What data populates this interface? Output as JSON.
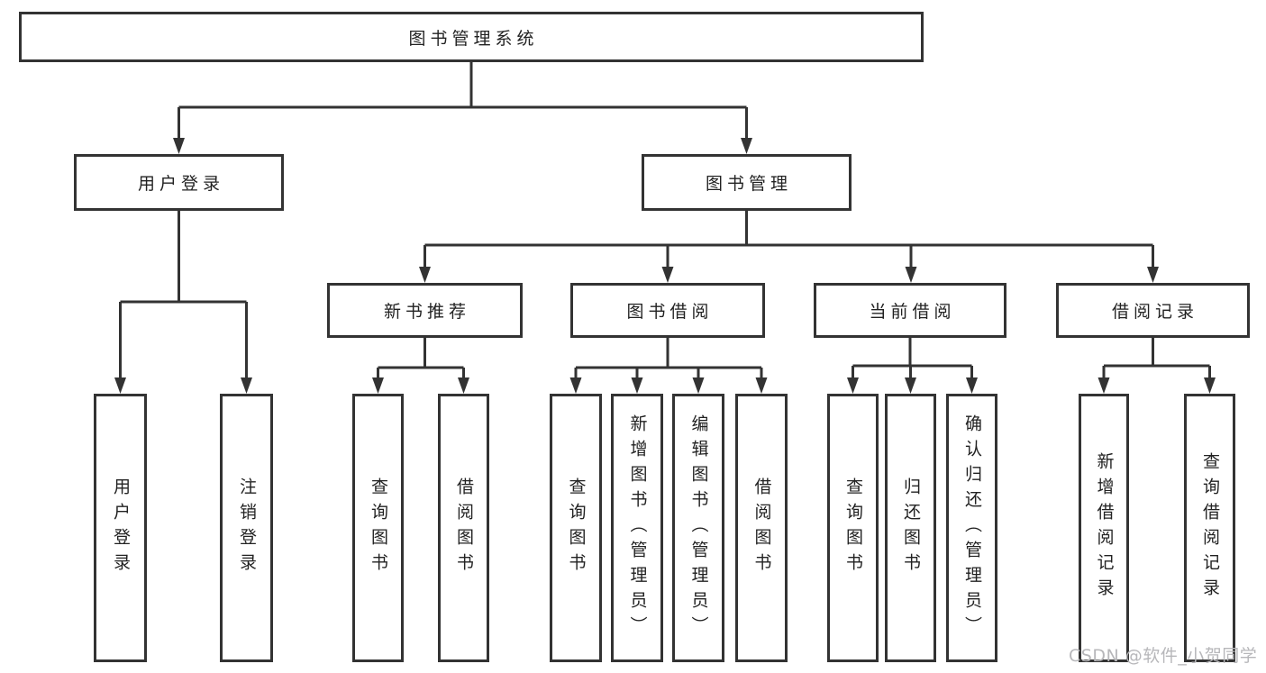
{
  "diagram": {
    "root": {
      "label": "图书管理系统"
    },
    "branches": [
      {
        "label": "用户登录",
        "leaves": [
          {
            "label": "用户登录"
          },
          {
            "label": "注销登录"
          }
        ]
      },
      {
        "label": "图书管理",
        "groups": [
          {
            "label": "新书推荐",
            "leaves": [
              {
                "label": "查询图书"
              },
              {
                "label": "借阅图书"
              }
            ]
          },
          {
            "label": "图书借阅",
            "leaves": [
              {
                "label": "查询图书"
              },
              {
                "label": "新增图书（管理员）"
              },
              {
                "label": "编辑图书（管理员）"
              },
              {
                "label": "借阅图书"
              }
            ]
          },
          {
            "label": "当前借阅",
            "leaves": [
              {
                "label": "查询图书"
              },
              {
                "label": "归还图书"
              },
              {
                "label": "确认归还（管理员）"
              }
            ]
          },
          {
            "label": "借阅记录",
            "leaves": [
              {
                "label": "新增借阅记录"
              },
              {
                "label": "查询借阅记录"
              }
            ]
          }
        ]
      }
    ]
  },
  "watermark": {
    "text": "CSDN @软件_小贺同学"
  },
  "colors": {
    "line": "#333333",
    "border": "#333333",
    "text": "#222222",
    "watermark": "#b7b7ba",
    "background": "#ffffff"
  }
}
